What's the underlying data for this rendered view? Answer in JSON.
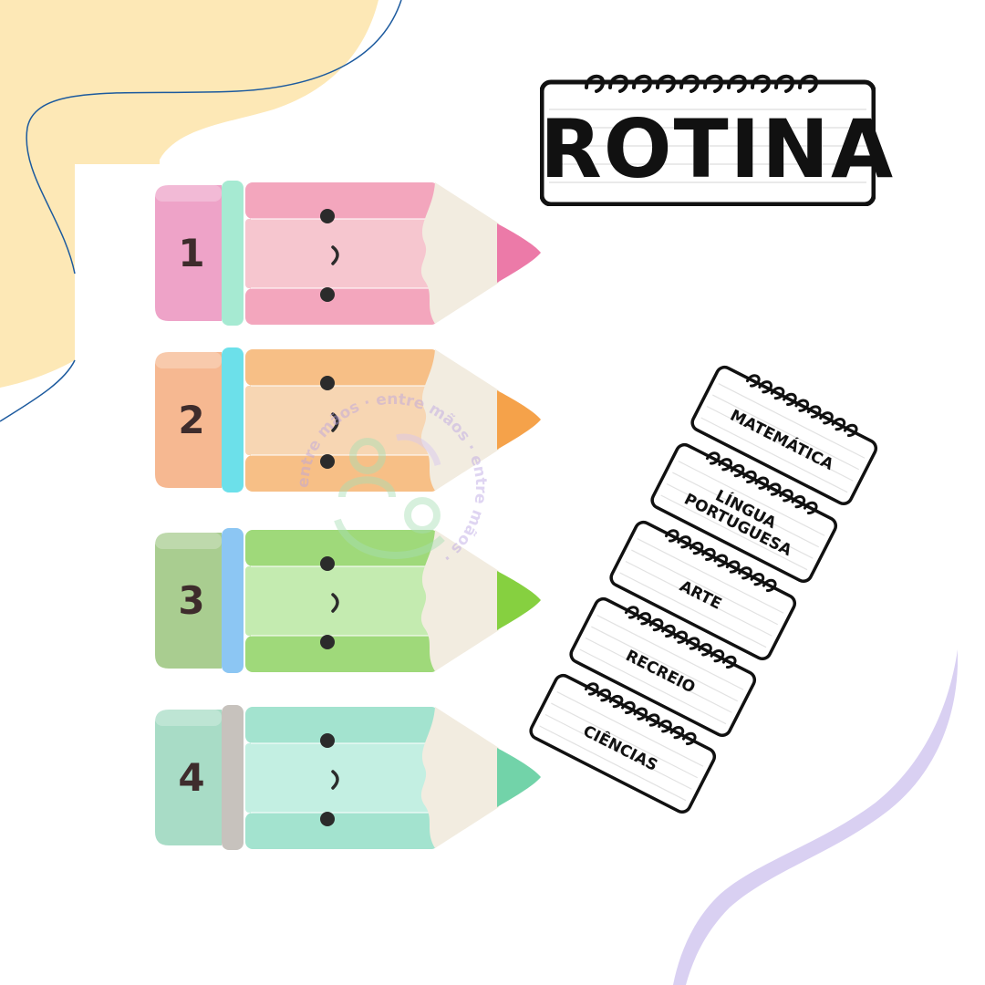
{
  "title": "ROTINA",
  "pencils": [
    {
      "number": "1",
      "eraser": "#eea3c8",
      "band": "#a6ead2",
      "body": "#f3a6bd",
      "body_light": "#f6c6cf",
      "tip": "#ec7aa8"
    },
    {
      "number": "2",
      "eraser": "#f6b891",
      "band": "#6ce0ea",
      "body": "#f7bf86",
      "body_light": "#f7d6b3",
      "tip": "#f5a24a"
    },
    {
      "number": "3",
      "eraser": "#a9cd90",
      "band": "#8cc6f3",
      "body": "#9fd97a",
      "body_light": "#c4ebb0",
      "tip": "#86d040"
    },
    {
      "number": "4",
      "eraser": "#a8dcc6",
      "band": "#c7c2bd",
      "body": "#a3e3cf",
      "body_light": "#c3efe2",
      "tip": "#72d3a9"
    }
  ],
  "subjects": [
    {
      "lines": [
        "MATEMÁTICA"
      ]
    },
    {
      "lines": [
        "LÍNGUA",
        "PORTUGUESA"
      ]
    },
    {
      "lines": [
        "ARTE"
      ]
    },
    {
      "lines": [
        "RECREIO"
      ]
    },
    {
      "lines": [
        "CIÊNCIAS"
      ]
    }
  ],
  "watermark": "entre mãos",
  "colors": {
    "yellow_blob": "#fde8b6",
    "blue_line": "#1c5a9e",
    "lavender": "#d9d0f2",
    "card_border": "#111111"
  }
}
